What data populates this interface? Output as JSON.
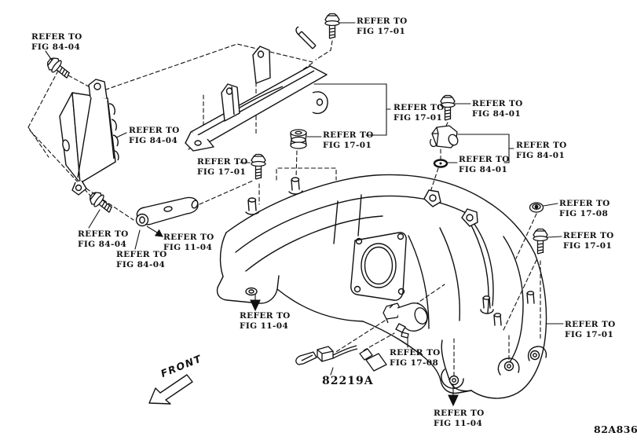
{
  "diagram": {
    "code": "82A836",
    "part_number": "82219A",
    "front_label": "FRONT"
  },
  "colors": {
    "ink": "#111111",
    "background": "#ffffff"
  },
  "callouts": {
    "c1": {
      "line1": "REFER TO",
      "line2": "FIG 84-04"
    },
    "c2": {
      "line1": "REFER TO",
      "line2": "FIG 84-04"
    },
    "c3": {
      "line1": "REFER TO",
      "line2": "FIG 17-01"
    },
    "c4": {
      "line1": "REFER TO",
      "line2": "FIG 17-01"
    },
    "c5": {
      "line1": "REFER TO",
      "line2": "FIG 17-01"
    },
    "c6": {
      "line1": "REFER TO",
      "line2": "FIG 17-01"
    },
    "c7": {
      "line1": "REFER TO",
      "line2": "FIG 84-01"
    },
    "c8": {
      "line1": "REFER TO",
      "line2": "FIG 84-01"
    },
    "c9": {
      "line1": "REFER TO",
      "line2": "FIG 84-01"
    },
    "c10": {
      "line1": "REFER TO",
      "line2": "FIG 84-04"
    },
    "c11": {
      "line1": "REFER TO",
      "line2": "FIG 11-04"
    },
    "c12": {
      "line1": "REFER TO",
      "line2": "FIG 84-04"
    },
    "c13": {
      "line1": "REFER TO",
      "line2": "FIG 17-08"
    },
    "c14": {
      "line1": "REFER TO",
      "line2": "FIG 17-01"
    },
    "c15": {
      "line1": "REFER TO",
      "line2": "FIG 17-01"
    },
    "c16": {
      "line1": "REFER TO",
      "line2": "FIG 11-04"
    },
    "c17": {
      "line1": "REFER TO",
      "line2": "FIG 17-08"
    },
    "c18": {
      "line1": "REFER TO",
      "line2": "FIG 11-04"
    }
  }
}
